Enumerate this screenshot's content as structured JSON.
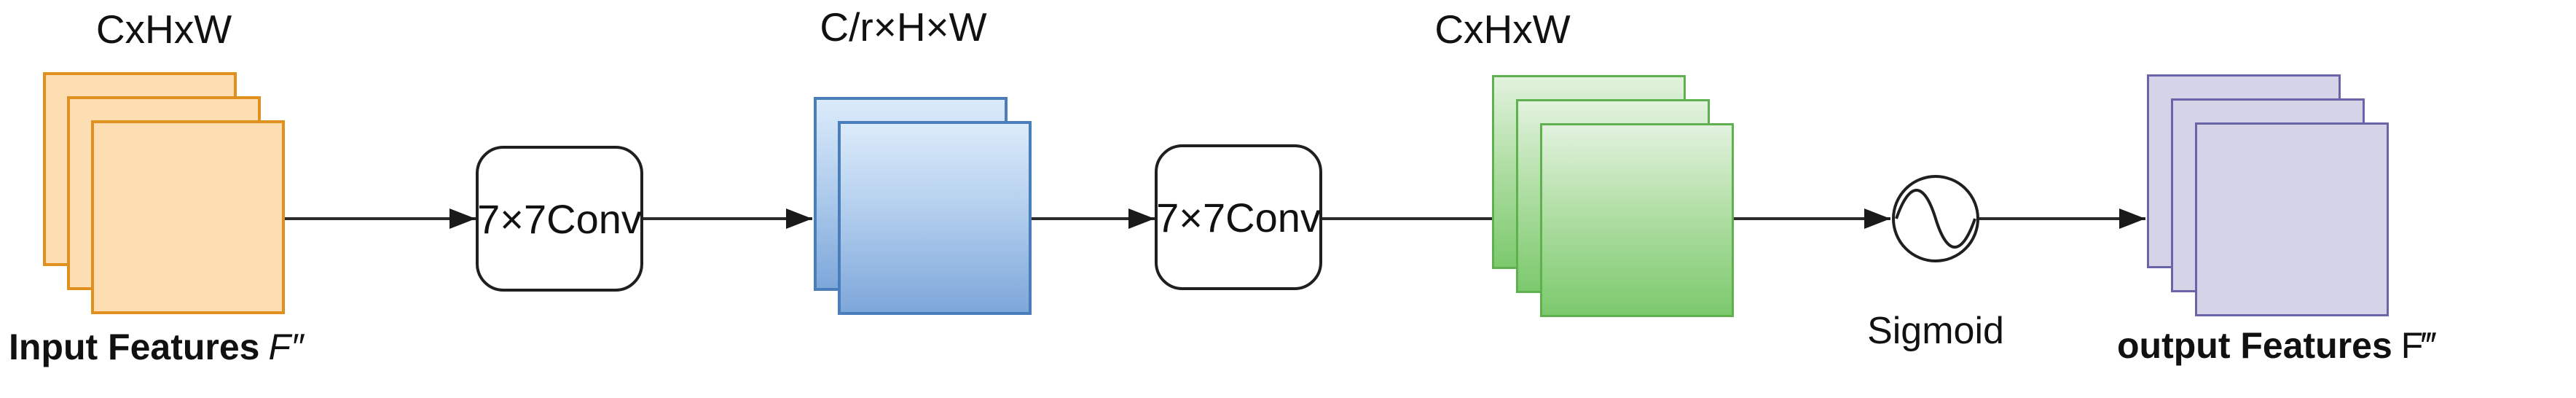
{
  "figure": {
    "input": {
      "dim": "CxHxW",
      "caption": "Input Features",
      "symbol": "F″"
    },
    "conv1": {
      "label": "7×7Conv"
    },
    "mid": {
      "dim": "C/r×H×W"
    },
    "conv2": {
      "label": "7×7Conv"
    },
    "restored": {
      "dim": "CxHxW"
    },
    "sigmoid": {
      "label": "Sigmoid"
    },
    "output": {
      "caption": "output Features",
      "symbol": "F‴"
    }
  },
  "icons": {
    "sigmoid_curve": "sine-wave-in-circle"
  },
  "colors": {
    "input_fill": "#fcdeb2",
    "input_border": "#e0901f",
    "mid_fill_top": "#dcebfa",
    "mid_fill_bottom": "#7ea7da",
    "mid_border": "#4a7ebb",
    "restored_fill_top": "#e2f2de",
    "restored_fill_bottom": "#7cc96d",
    "restored_border": "#5fb150",
    "output_fill": "#d5d3e7",
    "output_border": "#6a65a8",
    "line": "#1f1f1f",
    "background": "#ffffff"
  }
}
